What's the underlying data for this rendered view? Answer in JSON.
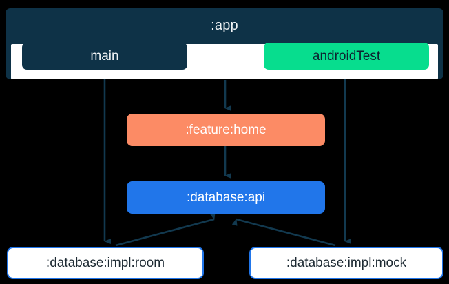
{
  "diagram": {
    "type": "module-dependency-graph",
    "background_color": "#000000",
    "cluster": {
      "id": "app",
      "title": ":app",
      "fill": "#0e3247",
      "title_color": "#f2f5f6",
      "body_fill": "#ffffff",
      "source_sets": [
        {
          "id": "main",
          "label": "main",
          "fill": "#0e3247",
          "text_color": "#eef2f4"
        },
        {
          "id": "androidTest",
          "label": "androidTest",
          "fill": "#07dd8e",
          "text_color": "#0d2430"
        }
      ]
    },
    "nodes": [
      {
        "id": "feature-home",
        "label": ":feature:home",
        "fill": "#fc8b65",
        "text_color": "#ffffff"
      },
      {
        "id": "database-api",
        "label": ":database:api",
        "fill": "#2176ea",
        "text_color": "#ffffff"
      },
      {
        "id": "database-impl-room",
        "label": ":database:impl:room",
        "fill": "#ffffff",
        "text_color": "#1d2a33",
        "border_color": "#2176ea"
      },
      {
        "id": "database-impl-mock",
        "label": ":database:impl:mock",
        "fill": "#ffffff",
        "text_color": "#1d2a33",
        "border_color": "#2176ea"
      }
    ],
    "edges": [
      {
        "id": "edge-main-to-room",
        "from": "main",
        "to": "database-impl-room",
        "color": "#12394f"
      },
      {
        "id": "edge-app-to-feature",
        "from": "app",
        "to": "feature-home",
        "color": "#12394f"
      },
      {
        "id": "edge-feature-to-api",
        "from": "feature-home",
        "to": "database-api",
        "color": "#12394f"
      },
      {
        "id": "edge-room-to-api",
        "from": "database-impl-room",
        "to": "database-api",
        "color": "#12394f"
      },
      {
        "id": "edge-mock-to-api",
        "from": "database-impl-mock",
        "to": "database-api",
        "color": "#12394f"
      },
      {
        "id": "edge-androidtest-to-mock",
        "from": "androidTest",
        "to": "database-impl-mock",
        "color": "#12394f"
      }
    ],
    "edge_color": "#12394f"
  }
}
